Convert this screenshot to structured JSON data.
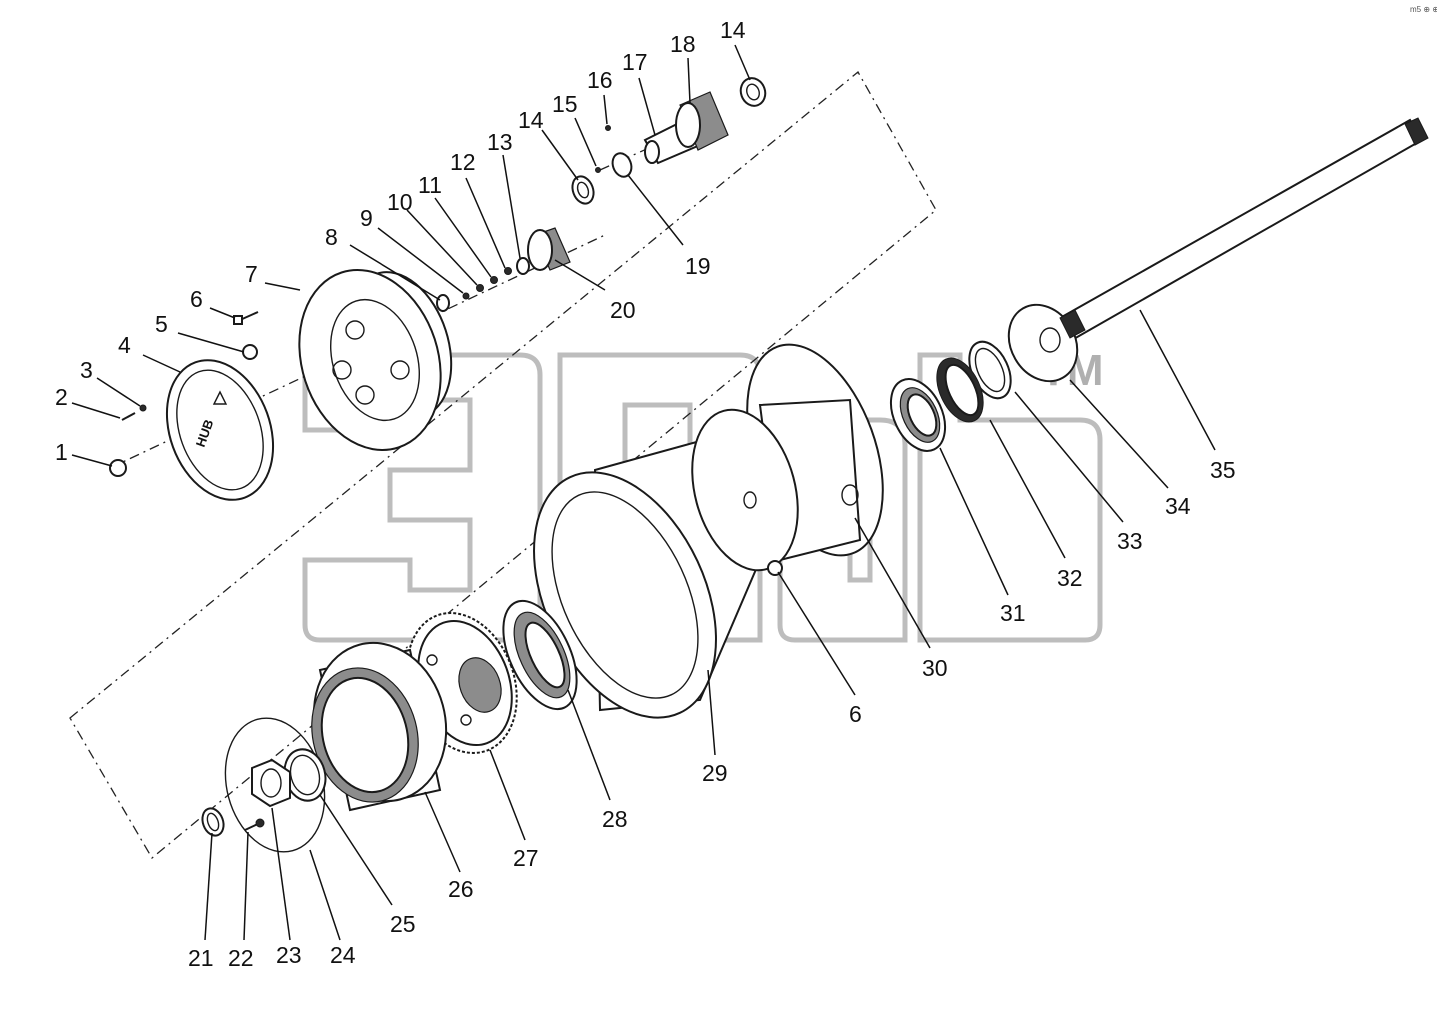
{
  "diagram": {
    "corner_mark": "m5 ⊕ ⊕",
    "watermark_mark": "TM",
    "cover_badge": "HUB",
    "callouts": [
      {
        "id": "c1",
        "label": "1"
      },
      {
        "id": "c2",
        "label": "2"
      },
      {
        "id": "c3",
        "label": "3"
      },
      {
        "id": "c4",
        "label": "4"
      },
      {
        "id": "c5",
        "label": "5"
      },
      {
        "id": "c6a",
        "label": "6"
      },
      {
        "id": "c7",
        "label": "7"
      },
      {
        "id": "c8",
        "label": "8"
      },
      {
        "id": "c9",
        "label": "9"
      },
      {
        "id": "c10",
        "label": "10"
      },
      {
        "id": "c11",
        "label": "11"
      },
      {
        "id": "c12",
        "label": "12"
      },
      {
        "id": "c13",
        "label": "13"
      },
      {
        "id": "c14a",
        "label": "14"
      },
      {
        "id": "c15",
        "label": "15"
      },
      {
        "id": "c16",
        "label": "16"
      },
      {
        "id": "c17",
        "label": "17"
      },
      {
        "id": "c18",
        "label": "18"
      },
      {
        "id": "c14b",
        "label": "14"
      },
      {
        "id": "c19",
        "label": "19"
      },
      {
        "id": "c20",
        "label": "20"
      },
      {
        "id": "c21",
        "label": "21"
      },
      {
        "id": "c22",
        "label": "22"
      },
      {
        "id": "c23",
        "label": "23"
      },
      {
        "id": "c24",
        "label": "24"
      },
      {
        "id": "c25",
        "label": "25"
      },
      {
        "id": "c26",
        "label": "26"
      },
      {
        "id": "c27",
        "label": "27"
      },
      {
        "id": "c28",
        "label": "28"
      },
      {
        "id": "c29",
        "label": "29"
      },
      {
        "id": "c6b",
        "label": "6"
      },
      {
        "id": "c30",
        "label": "30"
      },
      {
        "id": "c31",
        "label": "31"
      },
      {
        "id": "c32",
        "label": "32"
      },
      {
        "id": "c33",
        "label": "33"
      },
      {
        "id": "c34",
        "label": "34"
      },
      {
        "id": "c35",
        "label": "35"
      }
    ]
  }
}
